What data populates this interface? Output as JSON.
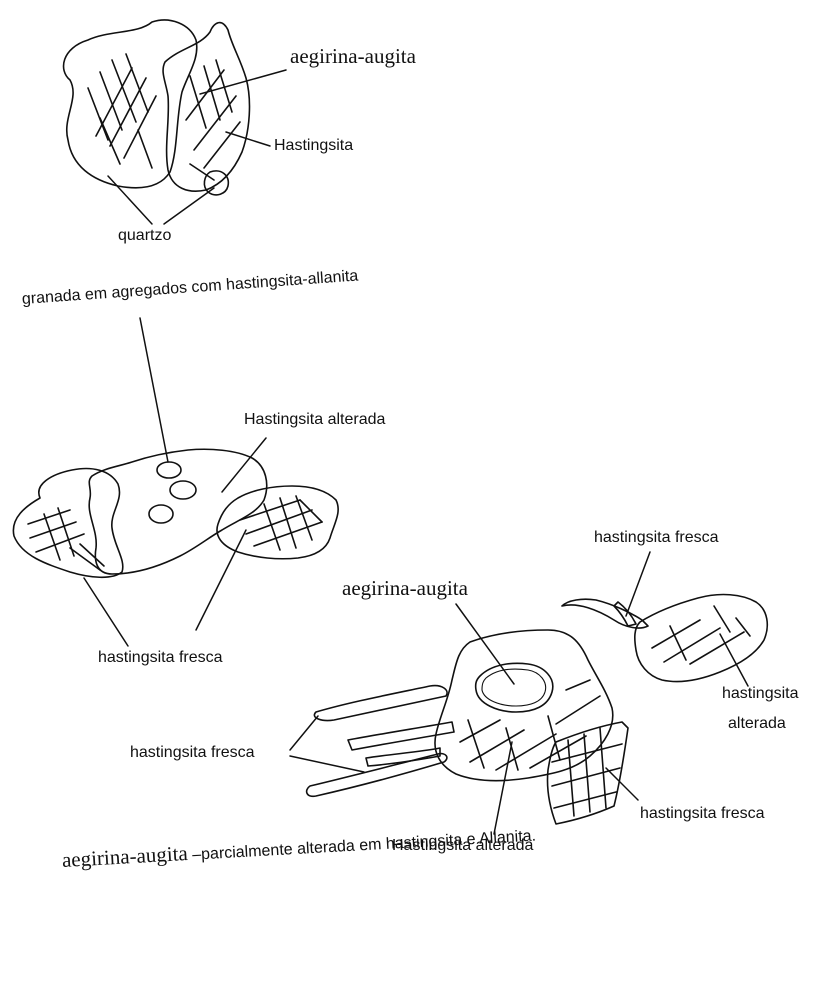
{
  "labels": {
    "fig1_aegirina": "aegirina-augita",
    "fig1_hastingsita": "Hastingsita",
    "fig1_quartzo": "quartzo",
    "fig2_granada": "granada em agregados com hastingsita-allanita",
    "fig2_hast_alterada": "Hastingsita alterada",
    "fig2_hast_fresca": "hastingsita fresca",
    "fig3_hast_fresca_top": "hastingsita fresca",
    "fig3_aegirina": "aegirina-augita",
    "fig3_hast": "hastingsita",
    "fig3_alterada": "alterada",
    "fig3_hast_fresca_left": "hastingsita fresca",
    "fig3_hast_fresca_right": "hastingsita fresca",
    "fig3_hast_alterada_bottom": "Hastingsita alterada"
  },
  "caption": {
    "mineral": "aegirina-augita",
    "text": " –parcialmente alterada em hastingsita e Allanita."
  }
}
